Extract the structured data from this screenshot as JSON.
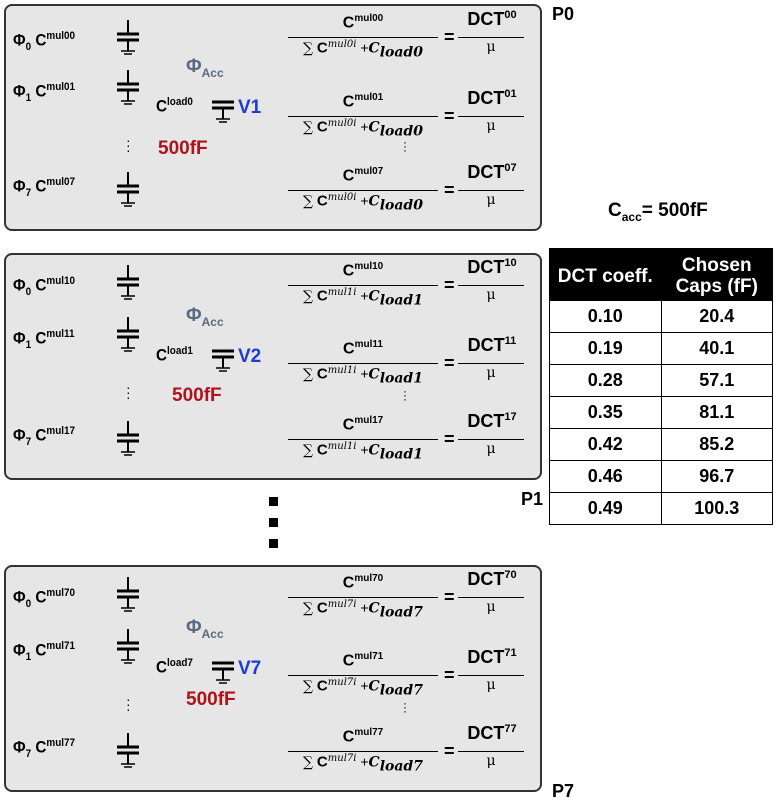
{
  "panels": [
    {
      "id": "P0",
      "label": "P0",
      "rows": [
        {
          "phi": "Φ",
          "phi_sub": "0",
          "cap": "C",
          "cap_sup": "mul00",
          "num": "C",
          "num_sup": "mul00",
          "sum_sup": "mul0i",
          "cload": "load0",
          "rhs": "DCT",
          "rhs_sup": "00",
          "mu": "μ"
        },
        {
          "phi": "Φ",
          "phi_sub": "1",
          "cap": "C",
          "cap_sup": "mul01",
          "num": "C",
          "num_sup": "mul01",
          "sum_sup": "mul0i",
          "cload": "load0",
          "rhs": "DCT",
          "rhs_sup": "01",
          "mu": "μ"
        },
        {
          "phi": "Φ",
          "phi_sub": "7",
          "cap": "C",
          "cap_sup": "mul07",
          "num": "C",
          "num_sup": "mul07",
          "sum_sup": "mul0i",
          "cload": "load0",
          "rhs": "DCT",
          "rhs_sup": "07",
          "mu": "μ"
        }
      ],
      "phi_acc": "Φ",
      "phi_acc_sub": "Acc",
      "load_cap": "C",
      "load_cap_sup": "load0",
      "node": "V1",
      "cap_value": "500fF"
    },
    {
      "id": "P1",
      "label": "P1",
      "rows": [
        {
          "phi": "Φ",
          "phi_sub": "0",
          "cap": "C",
          "cap_sup": "mul10",
          "num": "C",
          "num_sup": "mul10",
          "sum_sup": "mul1i",
          "cload": "load1",
          "rhs": "DCT",
          "rhs_sup": "10",
          "mu": "μ"
        },
        {
          "phi": "Φ",
          "phi_sub": "1",
          "cap": "C",
          "cap_sup": "mul11",
          "num": "C",
          "num_sup": "mul11",
          "sum_sup": "mul1i",
          "cload": "load1",
          "rhs": "DCT",
          "rhs_sup": "11",
          "mu": "μ"
        },
        {
          "phi": "Φ",
          "phi_sub": "7",
          "cap": "C",
          "cap_sup": "mul17",
          "num": "C",
          "num_sup": "mul17",
          "sum_sup": "mul1i",
          "cload": "load1",
          "rhs": "DCT",
          "rhs_sup": "17",
          "mu": "μ"
        }
      ],
      "phi_acc": "Φ",
      "phi_acc_sub": "Acc",
      "load_cap": "C",
      "load_cap_sup": "load1",
      "node": "V2",
      "cap_value": "500fF"
    },
    {
      "id": "P7",
      "label": "P7",
      "rows": [
        {
          "phi": "Φ",
          "phi_sub": "0",
          "cap": "C",
          "cap_sup": "mul70",
          "num": "C",
          "num_sup": "mul70",
          "sum_sup": "mul7i",
          "cload": "load7",
          "rhs": "DCT",
          "rhs_sup": "70",
          "mu": "μ"
        },
        {
          "phi": "Φ",
          "phi_sub": "1",
          "cap": "C",
          "cap_sup": "mul71",
          "num": "C",
          "num_sup": "mul71",
          "sum_sup": "mul7i",
          "cload": "load7",
          "rhs": "DCT",
          "rhs_sup": "71",
          "mu": "μ"
        },
        {
          "phi": "Φ",
          "phi_sub": "7",
          "cap": "C",
          "cap_sup": "mul77",
          "num": "C",
          "num_sup": "mul77",
          "sum_sup": "mul7i",
          "cload": "load7",
          "rhs": "DCT",
          "rhs_sup": "77",
          "mu": "μ"
        }
      ],
      "phi_acc": "Φ",
      "phi_acc_sub": "Acc",
      "load_cap": "C",
      "load_cap_sup": "load7",
      "node": "V7",
      "cap_value": "500fF"
    }
  ],
  "sum_symbol": "∑",
  "cacc": {
    "text": "C",
    "sub": "acc",
    "rest": "= 500fF"
  },
  "table": {
    "headers": [
      "DCT coeff.",
      "Chosen Caps (fF)"
    ],
    "rows": [
      [
        "0.10",
        "20.4"
      ],
      [
        "0.19",
        "40.1"
      ],
      [
        "0.28",
        "57.1"
      ],
      [
        "0.35",
        "81.1"
      ],
      [
        "0.42",
        "85.2"
      ],
      [
        "0.46",
        "96.7"
      ],
      [
        "0.49",
        "100.3"
      ]
    ]
  },
  "colors": {
    "node": "#1f3bd6",
    "cap_value": "#b0121b",
    "phi_acc": "#5a6a80",
    "panel_bg": "#e6e6e6"
  }
}
